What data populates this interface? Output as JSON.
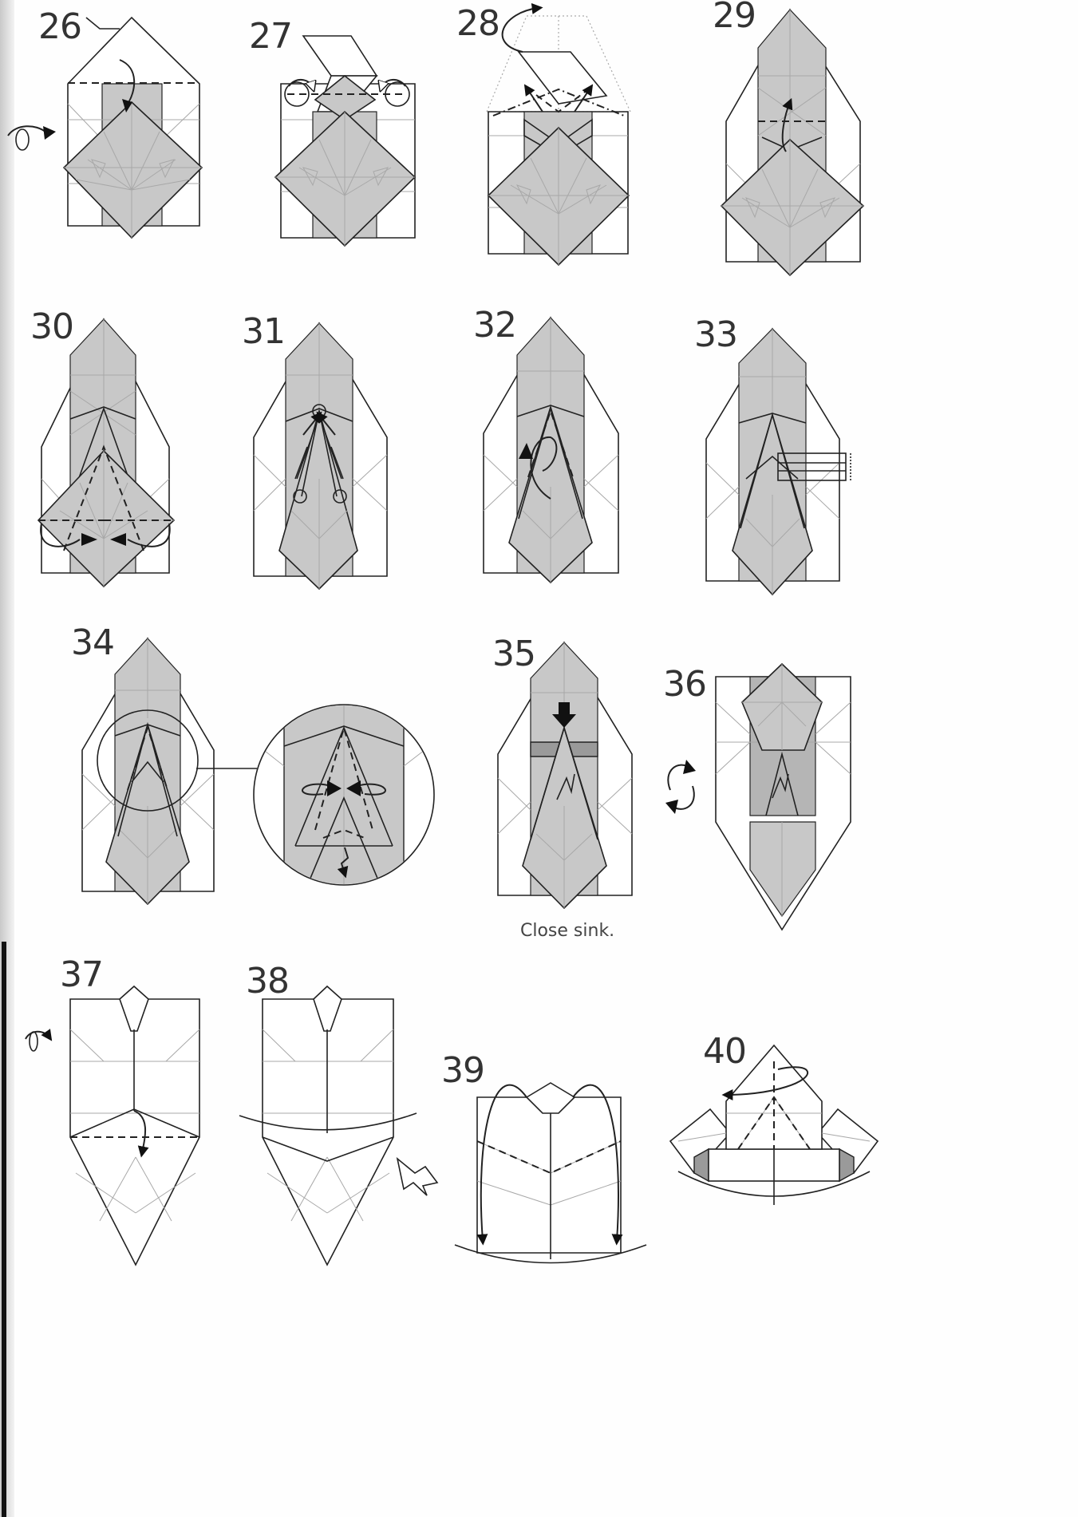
{
  "steps": [
    {
      "number": "26"
    },
    {
      "number": "27"
    },
    {
      "number": "28"
    },
    {
      "number": "29"
    },
    {
      "number": "30"
    },
    {
      "number": "31"
    },
    {
      "number": "32"
    },
    {
      "number": "33"
    },
    {
      "number": "34"
    },
    {
      "number": "35",
      "caption": "Close sink."
    },
    {
      "number": "36"
    },
    {
      "number": "37"
    },
    {
      "number": "38"
    },
    {
      "number": "39"
    },
    {
      "number": "40"
    }
  ],
  "colors": {
    "paper_colored": "#c8c8c8",
    "paper_white": "#ffffff",
    "line": "#222222",
    "crease": "#a8a8a8"
  }
}
